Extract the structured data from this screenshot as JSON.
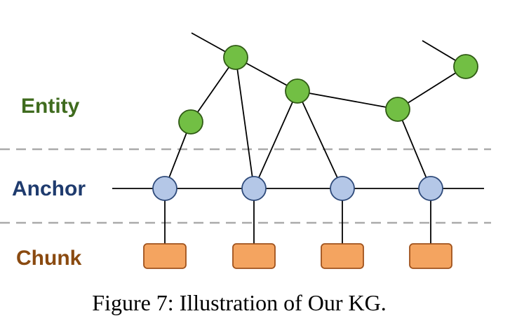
{
  "labels": {
    "entity": "Entity",
    "anchor": "Anchor",
    "chunk": "Chunk"
  },
  "caption": "Figure 7: Illustration of Our KG.",
  "colors": {
    "entity_text": "#3f6b1e",
    "anchor_text": "#1f3b6e",
    "chunk_text": "#8a4a10",
    "entity_fill": "#72bf44",
    "entity_stroke": "#2f5a14",
    "anchor_fill": "#b4c7e7",
    "anchor_stroke": "#2e4a7a",
    "chunk_fill": "#f4a460",
    "chunk_stroke": "#a0521c",
    "divider": "#aaaaaa"
  }
}
